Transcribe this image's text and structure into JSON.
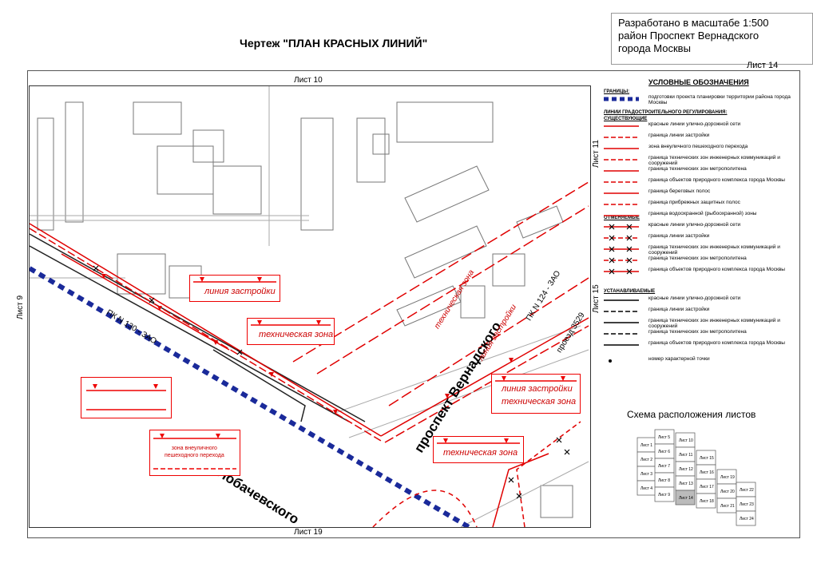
{
  "title": "Чертеж \"ПЛАН КРАСНЫХ ЛИНИЙ\"",
  "info": {
    "line1": "Разработано в масштабе 1:500",
    "line2": "район Проспект Вернадского",
    "line3": "города Москвы"
  },
  "sheet_number": "Лист 14",
  "adjacent": {
    "top": "Лист 10",
    "bottom": "Лист 19",
    "left": "Лист 9",
    "right_top": "Лист 11",
    "right_bottom": "Лист 15"
  },
  "streets": {
    "main_avenue": "проспект Вернадского",
    "street": "улица Лобачевского",
    "passage": "проезд 3529",
    "pk1": "ПК N 130 - ЗАО",
    "pk2": "ПК N 124 - ЗАО",
    "tech_zone": "техническая зона",
    "build_line": "линия застройки"
  },
  "callouts": {
    "c1": "линия застройки",
    "c2": "техническая зона",
    "c3a": "линия застройки",
    "c3b": "техническая зона",
    "c4": "техническая зона",
    "c5a": "зона внеуличного",
    "c5b": "пешеходного перехода"
  },
  "legend": {
    "heading": "УСЛОВНЫЕ ОБОЗНАЧЕНИЯ",
    "sec_borders": "ГРАНИЦЫ:",
    "border_text": "подготовки проекта планировки территории района города Москвы",
    "sec_lines": "ЛИНИИ ГРАДОСТРОИТЕЛЬНОГО РЕГУЛИРОВАНИЯ:",
    "sec_existing": "СУЩЕСТВУЮЩИЕ",
    "existing": [
      "красные линии улично-дорожной сети",
      "граница линии застройки",
      "зона внеуличного пешеходного перехода",
      "граница технических зон инженерных коммуникаций и сооружений",
      "граница технических зон метрополитена",
      "граница объектов природного комплекса города Москвы",
      "граница береговых полос",
      "граница прибрежных защитных полос",
      "граница водоохранной (рыбоохранной) зоны"
    ],
    "sec_cancel": "ОТМЕНЯЕМЫЕ",
    "cancel": [
      "красные линии улично-дорожной сети",
      "граница линии застройки",
      "граница технических зон инженерных коммуникаций и сооружений",
      "граница технических зон метрополитена",
      "граница объектов природного комплекса города Москвы"
    ],
    "sec_new": "УСТАНАВЛИВАЕМЫЕ",
    "new": [
      "красные линии улично-дорожной сети",
      "граница линии застройки",
      "граница технических зон инженерных коммуникаций и сооружений",
      "граница технических зон метрополитена",
      "граница объектов природного комплекса города Москвы"
    ],
    "point": "номер характерной точки"
  },
  "scheme": {
    "title": "Схема расположения листов",
    "cells": [
      "Лист 1",
      "Лист 2",
      "Лист 3",
      "Лист 4",
      "Лист 5",
      "Лист 6",
      "Лист 7",
      "Лист 8",
      "Лист 9",
      "Лист 10",
      "Лист 11",
      "Лист 12",
      "Лист 13",
      "Лист 14",
      "Лист 15",
      "Лист 16",
      "Лист 17",
      "Лист 18",
      "Лист 19",
      "Лист 20",
      "Лист 21",
      "Лист 22",
      "Лист 23",
      "Лист 24"
    ]
  }
}
